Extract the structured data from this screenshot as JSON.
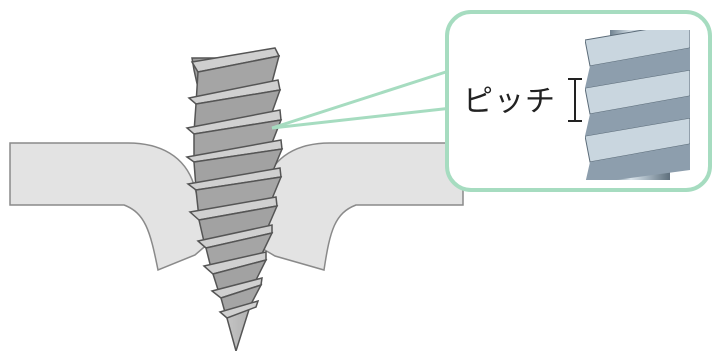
{
  "callout": {
    "label": "ピッチ"
  },
  "colors": {
    "sheet_fill": "#e3e3e3",
    "sheet_stroke": "#8a8a8a",
    "screw_fill": "#b3b3b3",
    "screw_dark": "#7e7e7e",
    "callout_border": "#a6dcc0",
    "callout_fill": "#ffffff"
  },
  "icons": [
    "screw-diagram",
    "screw-closeup-photo",
    "pitch-bracket-icon"
  ]
}
